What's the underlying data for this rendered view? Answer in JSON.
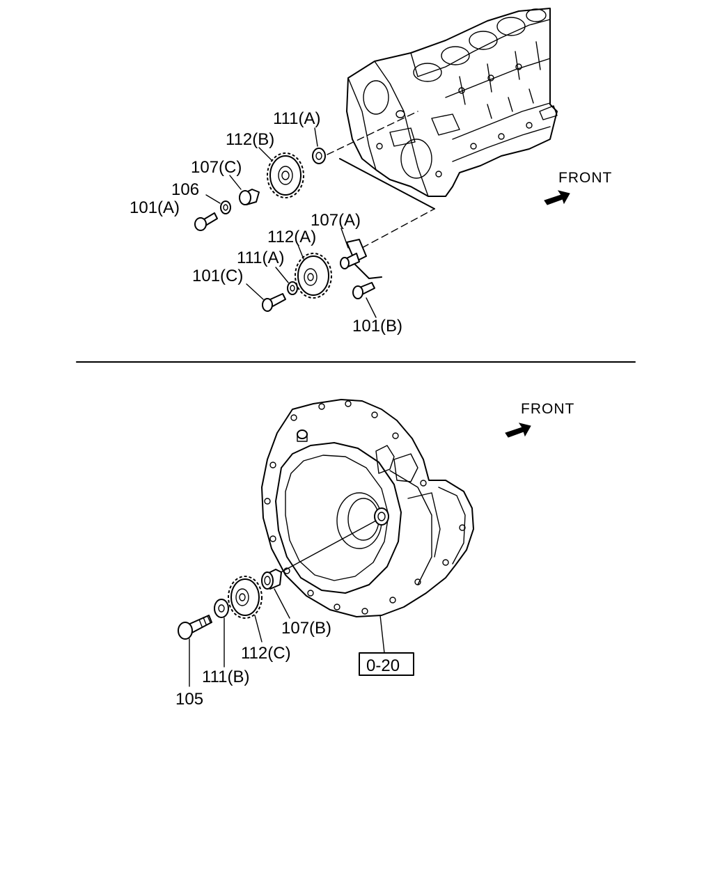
{
  "top_view": {
    "labels": {
      "l111a_top": "111(A)",
      "l112b": "112(B)",
      "l107c": "107(C)",
      "l106": "106",
      "l101a": "101(A)",
      "l107a": "107(A)",
      "l112a": "112(A)",
      "l111a_mid": "111(A)",
      "l101c": "101(C)",
      "l101b": "101(B)"
    },
    "front_label": "FRONT"
  },
  "bottom_view": {
    "labels": {
      "l107b": "107(B)",
      "l112c": "112(C)",
      "l111b": "111(B)",
      "l105": "105"
    },
    "ref_box": "0-20",
    "front_label": "FRONT"
  }
}
